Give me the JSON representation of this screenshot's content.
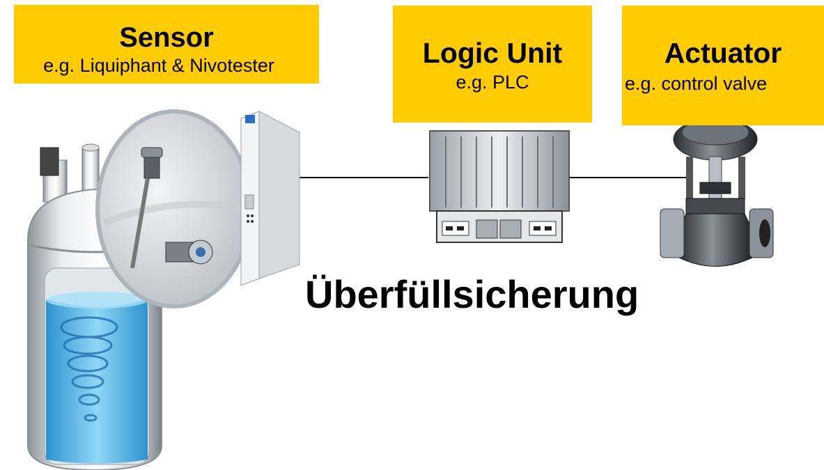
{
  "sensor": {
    "title": "Sensor",
    "subtitle": "e.g. Liquiphant & Nivotester"
  },
  "logic_unit": {
    "title": "Logic Unit",
    "subtitle": "e.g. PLC"
  },
  "actuator": {
    "title": "Actuator",
    "subtitle": "e.g. control valve"
  },
  "main_label": "Überfüllsicherung",
  "colors": {
    "label_box": "#ffcc00",
    "liquid": "#5fc0ec",
    "connector_line": "#000000"
  }
}
